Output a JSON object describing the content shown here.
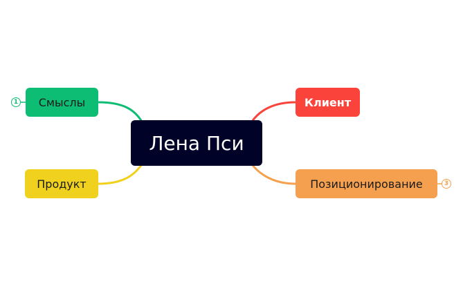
{
  "mindmap": {
    "central": {
      "label": "Лена Пси",
      "color": "#000227"
    },
    "branches": [
      {
        "label": "Смыслы",
        "color": "#0ebd74",
        "side": "left",
        "badge": "1"
      },
      {
        "label": "Продукт",
        "color": "#f0d21e",
        "side": "left"
      },
      {
        "label": "Клиент",
        "color": "#f9433b",
        "side": "right"
      },
      {
        "label": "Позиционирование",
        "color": "#f5a04e",
        "side": "right",
        "badge": "3"
      }
    ]
  }
}
